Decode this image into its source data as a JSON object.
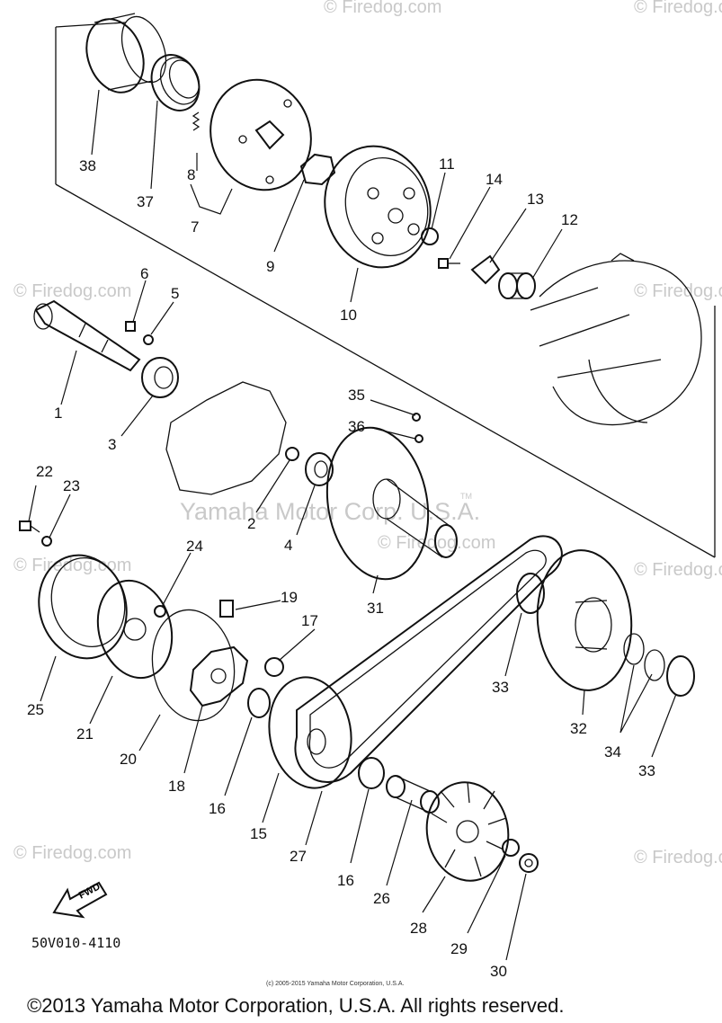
{
  "watermarks": {
    "firedog": "© Firedog.com",
    "firedog_plain": "Firedog.com",
    "yamaha": "Yamaha Motor Corp. U.S.A.",
    "tm": "TM"
  },
  "labels": {
    "p1": "1",
    "p2": "2",
    "p3": "3",
    "p4": "4",
    "p5": "5",
    "p6": "6",
    "p7": "7",
    "p8": "8",
    "p9": "9",
    "p10": "10",
    "p11": "11",
    "p12": "12",
    "p13": "13",
    "p14": "14",
    "p15": "15",
    "p16a": "16",
    "p16b": "16",
    "p17": "17",
    "p18": "18",
    "p19": "19",
    "p20": "20",
    "p21": "21",
    "p22": "22",
    "p23": "23",
    "p24": "24",
    "p25": "25",
    "p26": "26",
    "p27": "27",
    "p28": "28",
    "p29": "29",
    "p30": "30",
    "p31": "31",
    "p32": "32",
    "p33a": "33",
    "p33b": "33",
    "p34": "34",
    "p35": "35",
    "p36": "36",
    "p37": "37",
    "p38": "38"
  },
  "fwd": "FWD",
  "diagram_code": "50V010-4110",
  "small_copyright": "(c) 2005-2015 Yamaha Motor Corporation, U.S.A.",
  "copyright": "©2013 Yamaha Motor Corporation, U.S.A. All rights reserved."
}
